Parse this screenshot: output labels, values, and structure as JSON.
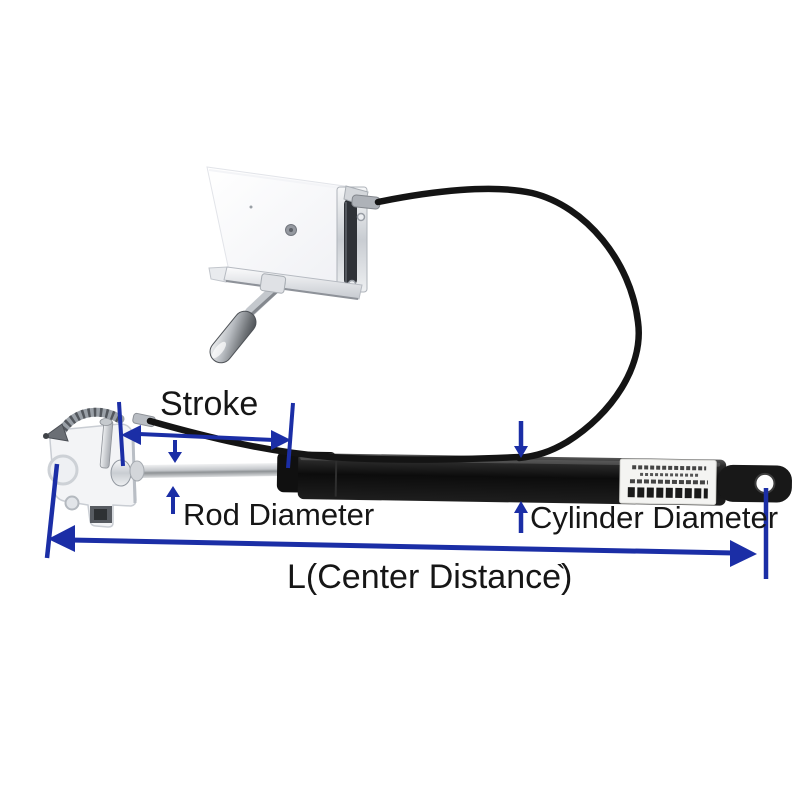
{
  "scene": {
    "background_color": "#ffffff",
    "annotation_color": "#1b2ea6",
    "label_text_color": "#161616",
    "cylinder_color": "#121212"
  },
  "labels": {
    "stroke": "Stroke",
    "rod_diameter": "Rod Diameter",
    "cylinder_diameter": "Cylinder Diameter",
    "center_distance": "L(Center Distance)",
    "stray_mark": "`"
  }
}
